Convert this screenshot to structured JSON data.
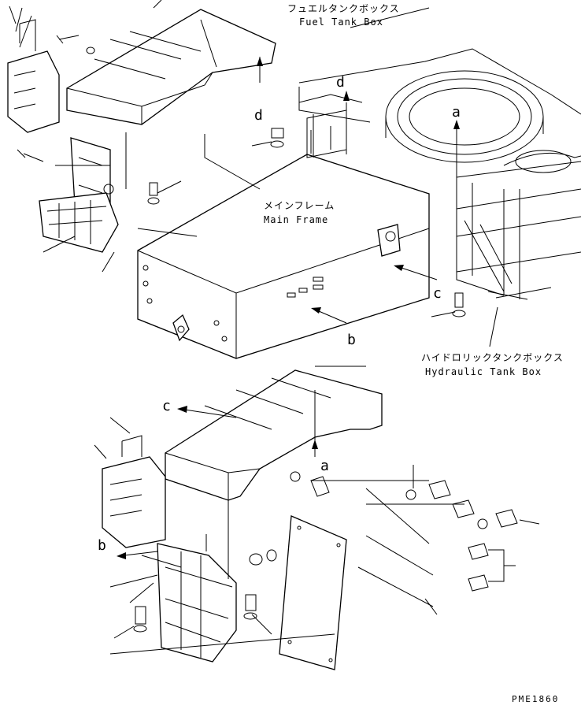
{
  "labels": {
    "fuel_tank_box_jp": "フュエルタンクボックス",
    "fuel_tank_box_en": "Fuel Tank Box",
    "main_frame_jp": "メインフレーム",
    "main_frame_en": "Main Frame",
    "hydraulic_tank_box_jp": "ハイドロリックタンクボックス",
    "hydraulic_tank_box_en": "Hydraulic Tank Box"
  },
  "callouts": {
    "d1": "d",
    "d2": "d",
    "a_top": "a",
    "b_top": "b",
    "c_top": "c",
    "c_bottom": "c",
    "a_bottom": "a",
    "b_bottom": "b"
  },
  "drawing_code": "PME1860"
}
